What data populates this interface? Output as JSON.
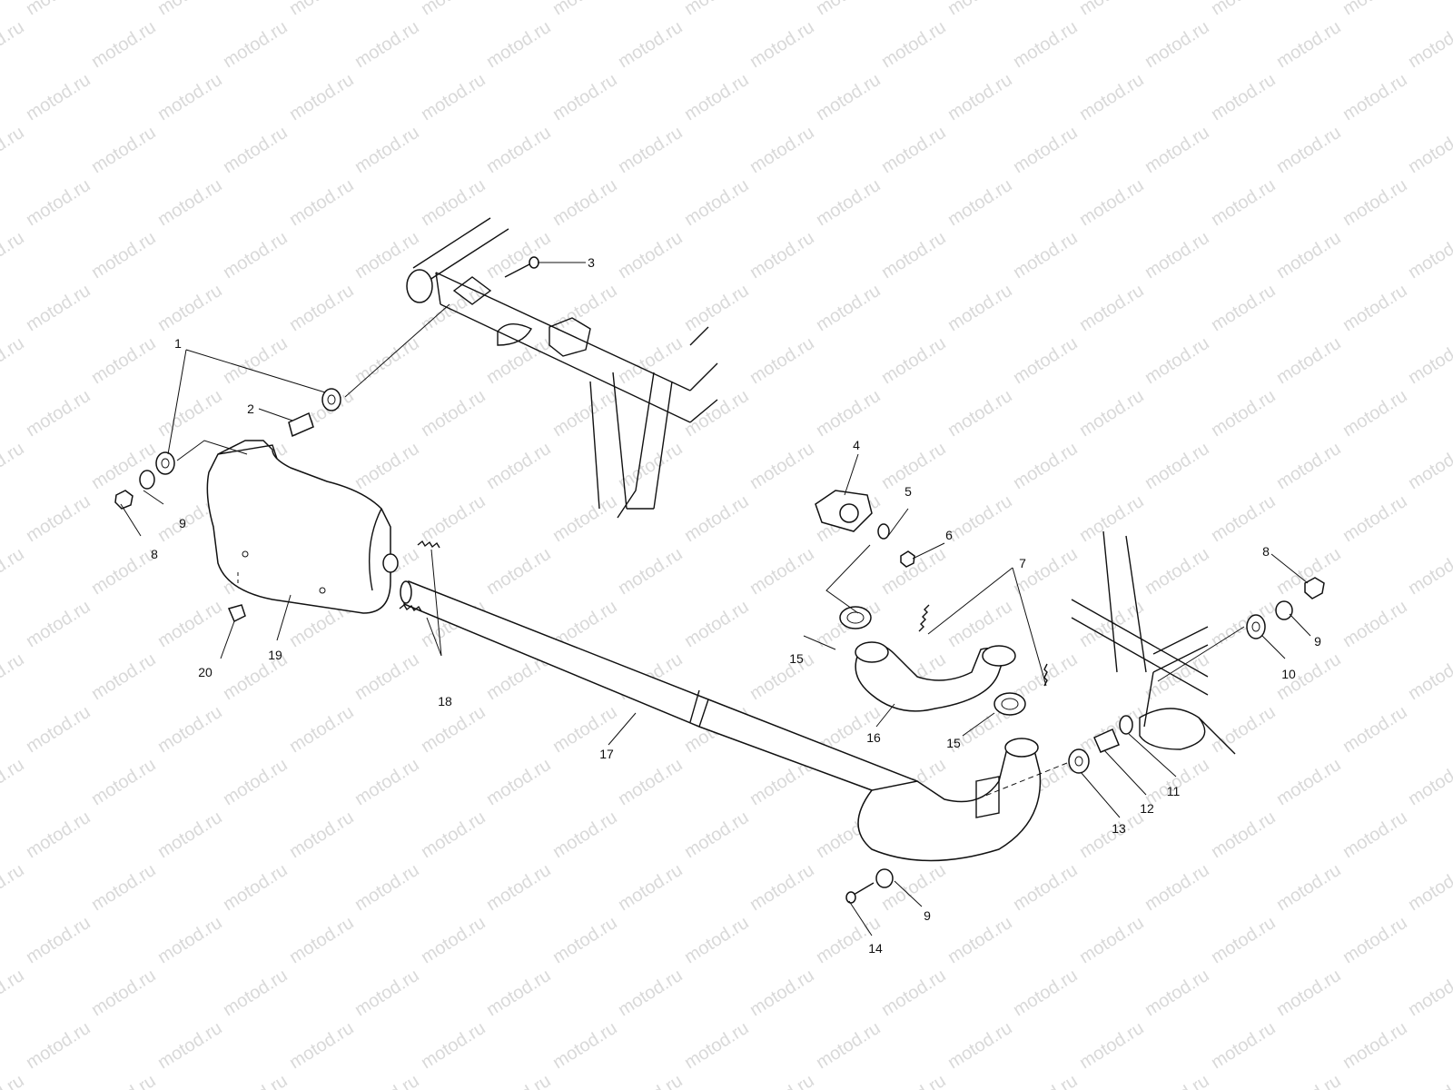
{
  "watermark": "motod.ru",
  "callouts": [
    "1",
    "2",
    "3",
    "4",
    "5",
    "6",
    "7",
    "8",
    "9",
    "8",
    "9",
    "10",
    "11",
    "12",
    "13",
    "9",
    "14",
    "15",
    "15",
    "16",
    "17",
    "18",
    "19",
    "20"
  ]
}
